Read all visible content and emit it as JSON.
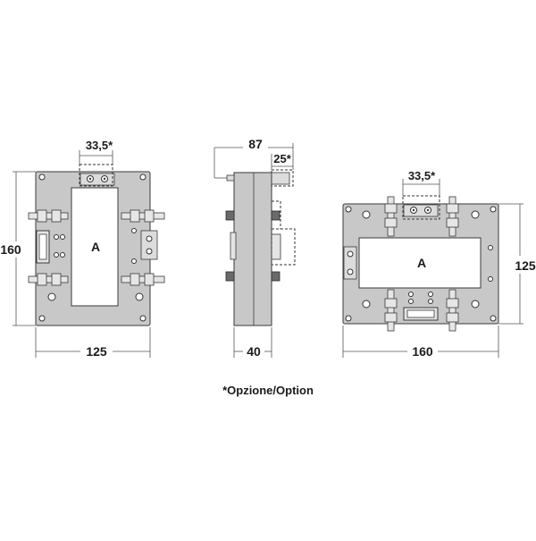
{
  "views": {
    "front": {
      "width_label": "125",
      "height_label": "160",
      "option_label": "33,5*",
      "window_label": "A"
    },
    "side": {
      "depth_label": "87",
      "width_label": "40",
      "option_label": "25*"
    },
    "rotated": {
      "width_label": "160",
      "height_label": "125",
      "option_label": "33,5*",
      "window_label": "A"
    }
  },
  "footnote": "*Opzione/Option",
  "colors": {
    "body": "#c8c8c8",
    "window": "#ffffff",
    "outline": "#3a3a3a",
    "dimension": "#555555",
    "dashed_option": "#333333"
  }
}
